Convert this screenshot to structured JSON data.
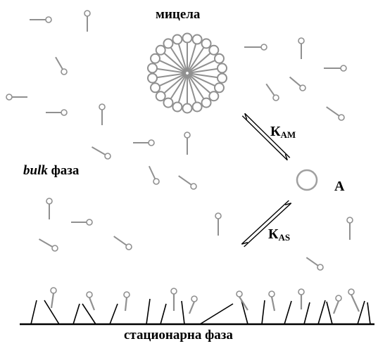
{
  "labels": {
    "micelle": "мицела",
    "bulk_italic": "bulk",
    "bulk_rest": "фаза",
    "stationary": "стационарна фаза",
    "analyte": "A",
    "k_am_main": "К",
    "k_am_sub": "AM",
    "k_as_main": "К",
    "k_as_sub": "AS"
  },
  "colors": {
    "surfactant": "#909090",
    "ink": "#000000",
    "analyte_ring": "#a0a0a0"
  }
}
